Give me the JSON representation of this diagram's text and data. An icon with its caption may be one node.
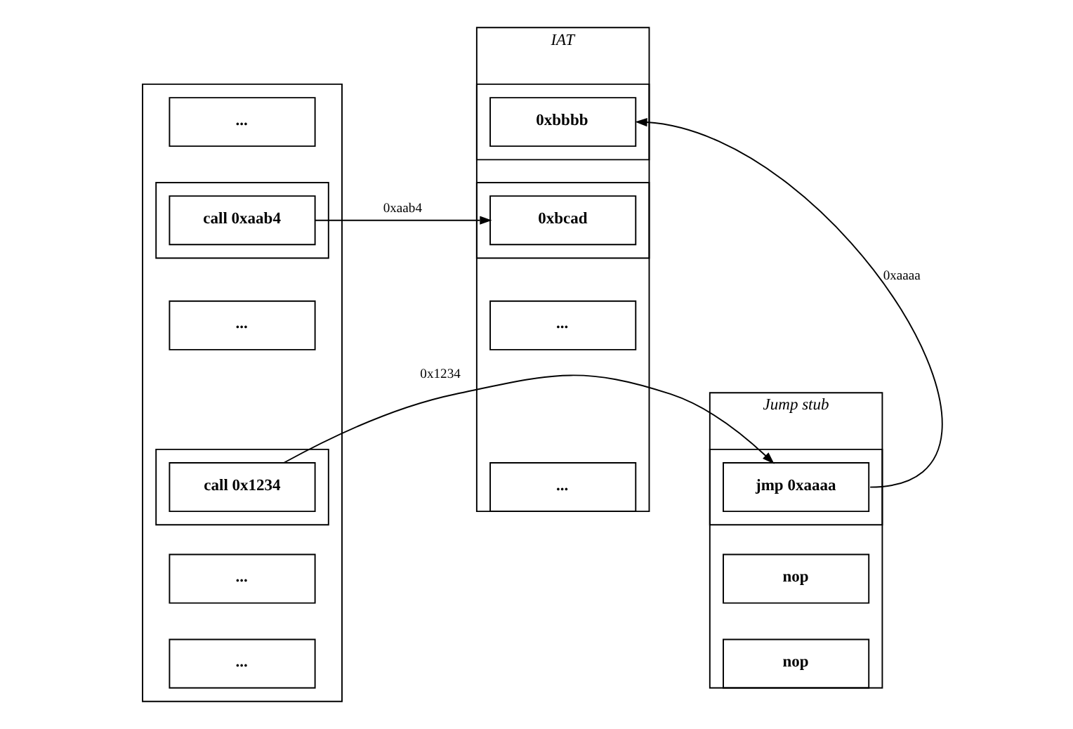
{
  "diagram": {
    "nodes": [
      {
        "text": [],
        "shape": "box"
      },
      {
        "text": [
          "..."
        ],
        "in": 0
      },
      {
        "text": [],
        "shape": "box",
        "in": 0
      },
      {
        "text": [
          "call 0xaab4"
        ],
        "in": 2
      },
      {
        "text": [
          "..."
        ],
        "in": 0
      },
      {
        "text": [],
        "shape": "box",
        "in": 0
      },
      {
        "text": [
          "call 0x1234"
        ],
        "in": 5
      },
      {
        "text": [
          "..."
        ],
        "in": 0
      },
      {
        "text": [
          "..."
        ],
        "in": 0
      },
      {
        "text": [
          "Jump stub"
        ]
      },
      {
        "text": [],
        "shape": "box",
        "in": 9
      },
      {
        "text": [
          "jmp 0xaaaa"
        ],
        "in": 10
      },
      {
        "text": [
          "nop"
        ],
        "in": 9
      },
      {
        "text": [
          "nop"
        ],
        "in": 9
      },
      {
        "text": [
          "IAT"
        ]
      },
      {
        "text": [],
        "shape": "box",
        "in": 14
      },
      {
        "text": [
          "0xbbbb"
        ],
        "in": 15
      },
      {
        "text": [],
        "shape": "box",
        "in": 14
      },
      {
        "text": [
          "0xbcad"
        ],
        "in": 17
      },
      {
        "text": [
          "..."
        ],
        "in": 14
      },
      {
        "text": [
          "..."
        ],
        "in": 14
      }
    ],
    "edges": [
      {
        "from": 3,
        "to": 18,
        "arrow": "to",
        "label": "0xaab4"
      },
      {
        "from": 6,
        "to": 11,
        "arrow": "to",
        "label": "0x1234"
      },
      {
        "from": 11,
        "to": 16,
        "arrow": "to",
        "label": "0xaaaa"
      }
    ]
  }
}
